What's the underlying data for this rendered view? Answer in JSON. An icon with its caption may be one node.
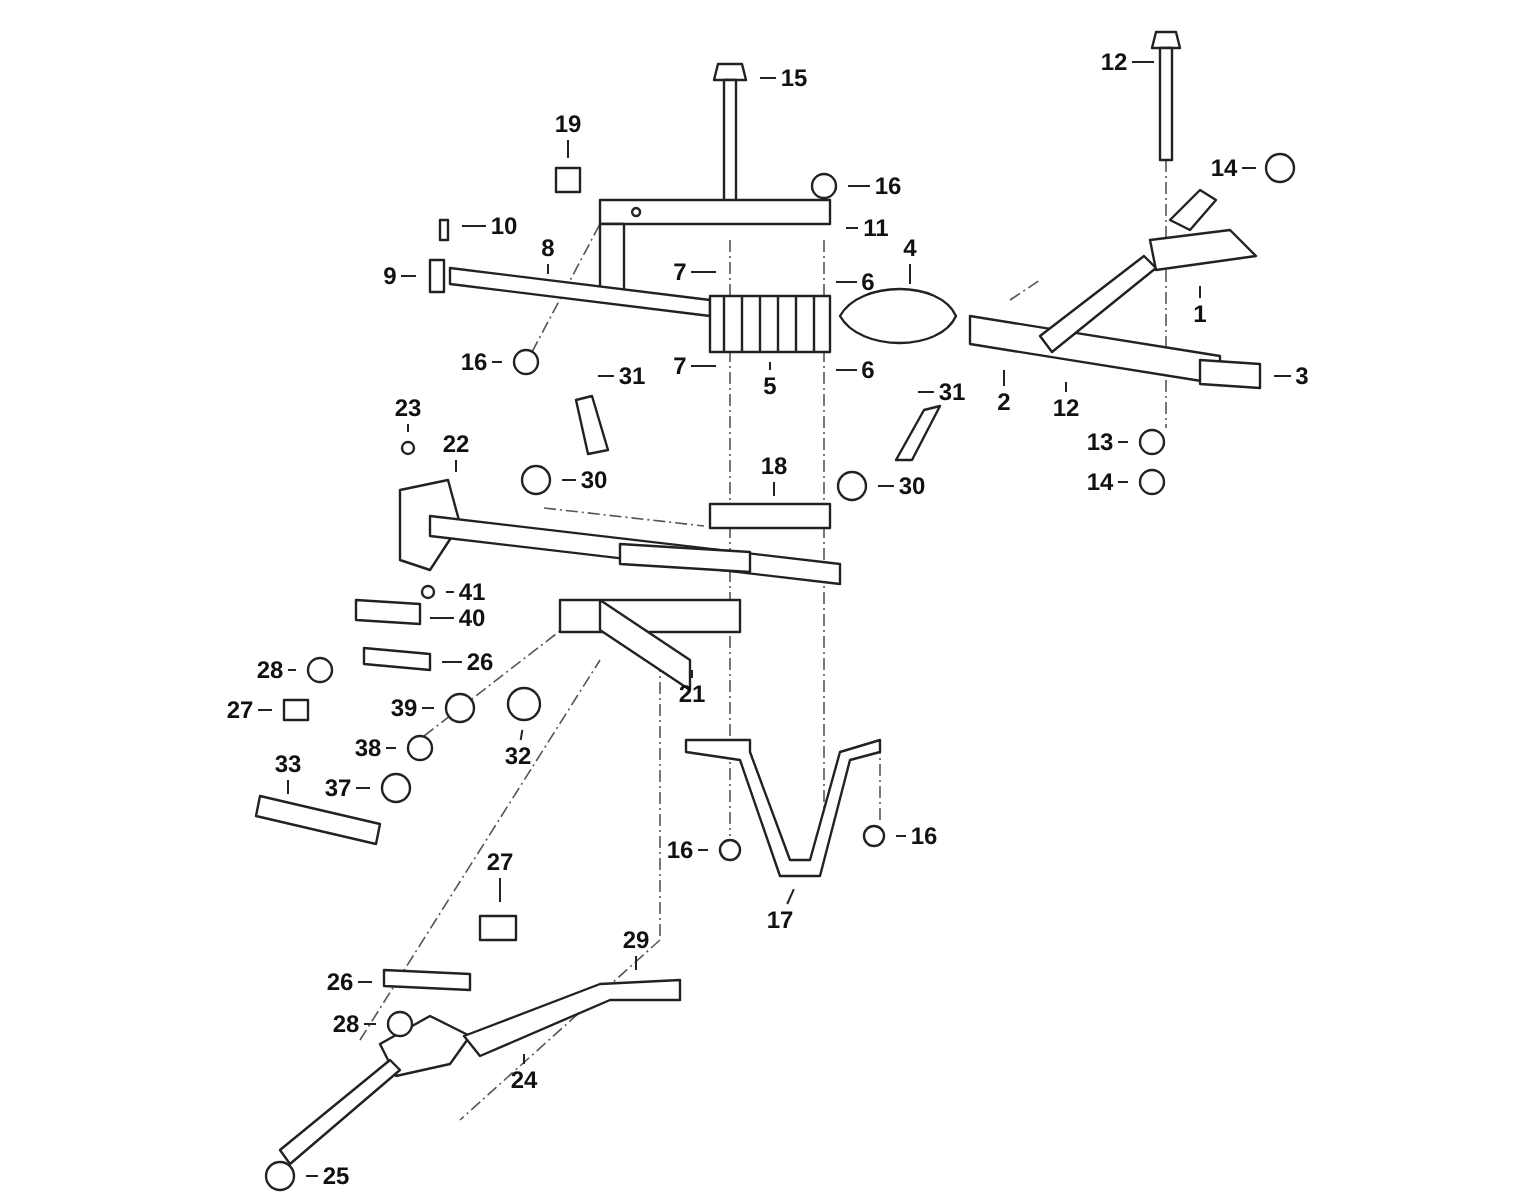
{
  "diagram": {
    "nodes": [
      {
        "text": [
          "12"
        ]
      },
      {
        "text": [
          "15"
        ]
      },
      {
        "text": [
          "19"
        ]
      },
      {
        "text": [
          "14"
        ]
      },
      {
        "text": [
          "16"
        ]
      },
      {
        "text": [
          "10"
        ]
      },
      {
        "text": [
          "11"
        ]
      },
      {
        "text": [
          "8"
        ]
      },
      {
        "text": [
          "9"
        ]
      },
      {
        "text": [
          "7"
        ]
      },
      {
        "text": [
          "6"
        ]
      },
      {
        "text": [
          "4"
        ]
      },
      {
        "text": [
          "1"
        ]
      },
      {
        "text": [
          "16"
        ]
      },
      {
        "text": [
          "31"
        ]
      },
      {
        "text": [
          "7"
        ]
      },
      {
        "text": [
          "6"
        ]
      },
      {
        "text": [
          "5"
        ]
      },
      {
        "text": [
          "2"
        ]
      },
      {
        "text": [
          "12"
        ]
      },
      {
        "text": [
          "31"
        ]
      },
      {
        "text": [
          "3"
        ]
      },
      {
        "text": [
          "23"
        ]
      },
      {
        "text": [
          "13"
        ]
      },
      {
        "text": [
          "18"
        ]
      },
      {
        "text": [
          "22"
        ]
      },
      {
        "text": [
          "30"
        ]
      },
      {
        "text": [
          "30"
        ]
      },
      {
        "text": [
          "14"
        ]
      },
      {
        "text": [
          "41"
        ]
      },
      {
        "text": [
          "40"
        ]
      },
      {
        "text": [
          "26"
        ]
      },
      {
        "text": [
          "28"
        ]
      },
      {
        "text": [
          "27"
        ]
      },
      {
        "text": [
          "21"
        ]
      },
      {
        "text": [
          "39"
        ]
      },
      {
        "text": [
          "32"
        ]
      },
      {
        "text": [
          "38"
        ]
      },
      {
        "text": [
          "33"
        ]
      },
      {
        "text": [
          "37"
        ]
      },
      {
        "text": [
          "16"
        ]
      },
      {
        "text": [
          "16"
        ]
      },
      {
        "text": [
          "17"
        ]
      },
      {
        "text": [
          "27"
        ]
      },
      {
        "text": [
          "29"
        ]
      },
      {
        "text": [
          "26"
        ]
      },
      {
        "text": [
          "28"
        ]
      },
      {
        "text": [
          "24"
        ]
      },
      {
        "text": [
          "25"
        ]
      }
    ],
    "edges": [
      {
        "from": 0,
        "to": null,
        "arrow": "none"
      },
      {
        "from": 1,
        "to": null,
        "arrow": "none"
      },
      {
        "from": 2,
        "to": null,
        "arrow": "none"
      },
      {
        "from": 3,
        "to": null,
        "arrow": "none"
      },
      {
        "from": 4,
        "to": null,
        "arrow": "none"
      },
      {
        "from": 5,
        "to": null,
        "arrow": "none"
      },
      {
        "from": 6,
        "to": null,
        "arrow": "none"
      },
      {
        "from": 7,
        "to": null,
        "arrow": "none"
      },
      {
        "from": 8,
        "to": null,
        "arrow": "none"
      },
      {
        "from": 9,
        "to": null,
        "arrow": "none"
      },
      {
        "from": 10,
        "to": null,
        "arrow": "none"
      },
      {
        "from": 11,
        "to": null,
        "arrow": "none"
      },
      {
        "from": 12,
        "to": null,
        "arrow": "none"
      },
      {
        "from": 13,
        "to": null,
        "arrow": "none"
      },
      {
        "from": 14,
        "to": null,
        "arrow": "none"
      },
      {
        "from": 15,
        "to": null,
        "arrow": "none"
      },
      {
        "from": 16,
        "to": null,
        "arrow": "none"
      },
      {
        "from": 17,
        "to": null,
        "arrow": "none"
      },
      {
        "from": 18,
        "to": null,
        "arrow": "none"
      },
      {
        "from": 19,
        "to": null,
        "arrow": "none"
      },
      {
        "from": 20,
        "to": null,
        "arrow": "none"
      },
      {
        "from": 21,
        "to": null,
        "arrow": "none"
      },
      {
        "from": 22,
        "to": null,
        "arrow": "none"
      },
      {
        "from": 23,
        "to": null,
        "arrow": "none"
      },
      {
        "from": 24,
        "to": null,
        "arrow": "none"
      },
      {
        "from": 25,
        "to": null,
        "arrow": "none"
      },
      {
        "from": 26,
        "to": null,
        "arrow": "none"
      },
      {
        "from": 27,
        "to": null,
        "arrow": "none"
      },
      {
        "from": 28,
        "to": null,
        "arrow": "none"
      },
      {
        "from": 29,
        "to": null,
        "arrow": "none"
      },
      {
        "from": 30,
        "to": null,
        "arrow": "none"
      },
      {
        "from": 31,
        "to": null,
        "arrow": "none"
      },
      {
        "from": 32,
        "to": null,
        "arrow": "none"
      },
      {
        "from": 33,
        "to": null,
        "arrow": "none"
      },
      {
        "from": 34,
        "to": null,
        "arrow": "none"
      },
      {
        "from": 35,
        "to": null,
        "arrow": "none"
      },
      {
        "from": 36,
        "to": null,
        "arrow": "none"
      },
      {
        "from": 37,
        "to": null,
        "arrow": "none"
      },
      {
        "from": 38,
        "to": null,
        "arrow": "none"
      },
      {
        "from": 39,
        "to": null,
        "arrow": "none"
      },
      {
        "from": 40,
        "to": null,
        "arrow": "none"
      },
      {
        "from": 41,
        "to": null,
        "arrow": "none"
      },
      {
        "from": 42,
        "to": null,
        "arrow": "none"
      },
      {
        "from": 43,
        "to": null,
        "arrow": "none"
      },
      {
        "from": 44,
        "to": null,
        "arrow": "none"
      },
      {
        "from": 45,
        "to": null,
        "arrow": "none"
      },
      {
        "from": 46,
        "to": null,
        "arrow": "none"
      },
      {
        "from": 47,
        "to": null,
        "arrow": "none"
      },
      {
        "from": 48,
        "to": null,
        "arrow": "none"
      }
    ]
  }
}
